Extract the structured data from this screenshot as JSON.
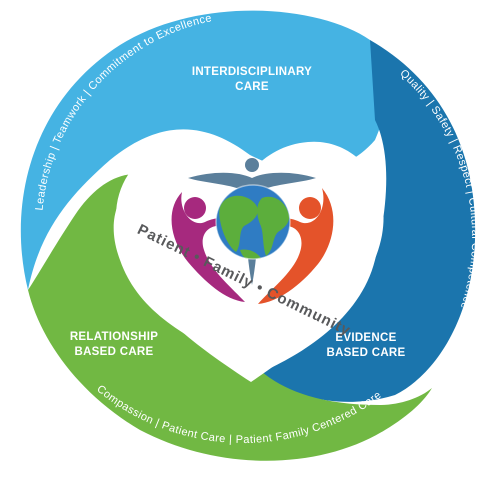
{
  "segments": {
    "top": {
      "title_line1": "INTERDISCIPLINARY",
      "title_line2": "CARE",
      "values": "Leadership | Teamwork | Commitment to Excellence",
      "color": "#45b3e3"
    },
    "right": {
      "title_line1": "EVIDENCE",
      "title_line2": "BASED CARE",
      "values": "Quality | Safety | Respect | Cultural Competence",
      "color": "#1b75ad"
    },
    "left": {
      "title_line1": "RELATIONSHIP",
      "title_line2": "BASED CARE",
      "values": "Compassion | Patient Care | Patient Family Centered Care",
      "color": "#71b843"
    }
  },
  "center": {
    "tagline": "Patient • Family • Community",
    "text_color": "#58595b",
    "figure_colors": {
      "left": "#a6297e",
      "top": "#5b7f9b",
      "right": "#e4532a"
    },
    "icons": [
      "heart-icon",
      "globe-icon",
      "people-figures-icon"
    ]
  }
}
